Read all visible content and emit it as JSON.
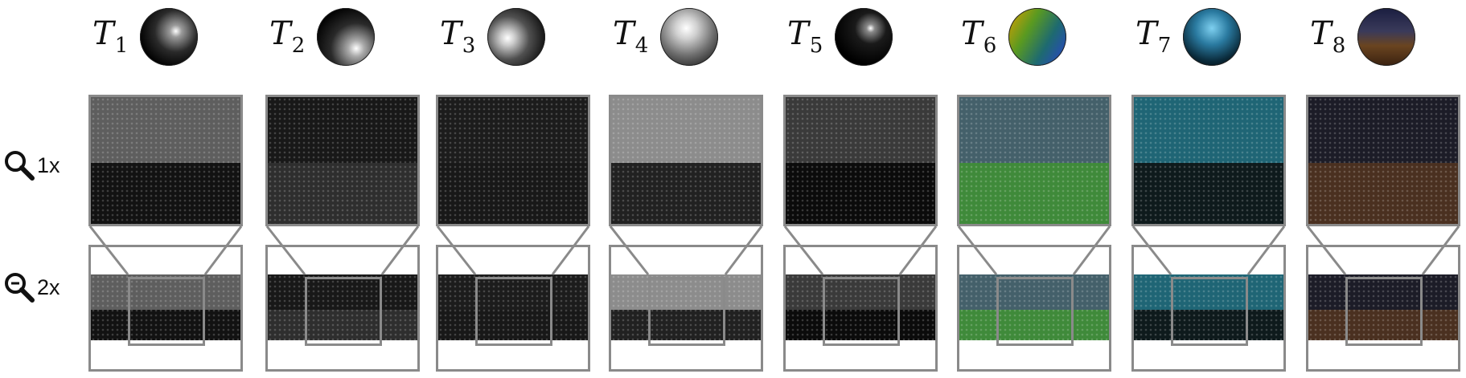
{
  "rows": [
    {
      "id": "1x",
      "icon": "magnifier-icon",
      "label": "1x"
    },
    {
      "id": "2x",
      "icon": "zoom-out-magnifier-icon",
      "label": "2x"
    }
  ],
  "textures": [
    {
      "base": "T",
      "sub": "1",
      "sphere_fill": "radial-gradient(circle at 62% 40%, #ffffff 0%, #9a9a9a 12%, #2a2a2a 42%, #000000 75%)",
      "top_color": "#5e5e5e",
      "bot_color": "#121212"
    },
    {
      "base": "T",
      "sub": "2",
      "sphere_fill": "radial-gradient(circle at 68% 70%, #ffffff 0%, #aaaaaa 14%, #2a2a2a 45%, #000000 78%)",
      "top_color": "#181818",
      "bot_color": "#2e2e2e"
    },
    {
      "base": "T",
      "sub": "3",
      "sphere_fill": "radial-gradient(circle at 35% 52%, #ffffff 0%, #cccccc 15%, #505050 45%, #111111 80%)",
      "top_color": "#1c1c1c",
      "bot_color": "#181818"
    },
    {
      "base": "T",
      "sub": "4",
      "sphere_fill": "radial-gradient(circle at 45% 35%, #ffffff 0%, #d0d0d0 22%, #707070 55%, #1a1a1a 90%)",
      "top_color": "#8c8c8c",
      "bot_color": "#212121"
    },
    {
      "base": "T",
      "sub": "5",
      "sphere_fill": "radial-gradient(circle at 62% 35%, #ffffff 0%, #888888 8%, #1a1a1a 30%, #000000 70%)",
      "top_color": "#3a3a3a",
      "bot_color": "#0b0b0b"
    },
    {
      "base": "T",
      "sub": "6",
      "sphere_fill": "linear-gradient(120deg, #e0a000 0%, #5a9a20 35%, #1e6a70 65%, #2a40d0 100%)",
      "top_color": "#44606a",
      "bot_color": "#3f8a3a"
    },
    {
      "base": "T",
      "sub": "7",
      "sphere_fill": "radial-gradient(circle at 50% 35%, #7ed0f0 0%, #2a7aa0 35%, #0a2a3a 70%, #000000 100%)",
      "top_color": "#1f6575",
      "bot_color": "#0e1a1c"
    },
    {
      "base": "T",
      "sub": "8",
      "sphere_fill": "linear-gradient(180deg, #1a1d40 0%, #3a3a5a 40%, #6a4420 65%, #3a2210 100%)",
      "top_color": "#1c1c27",
      "bot_color": "#4a3020"
    }
  ]
}
